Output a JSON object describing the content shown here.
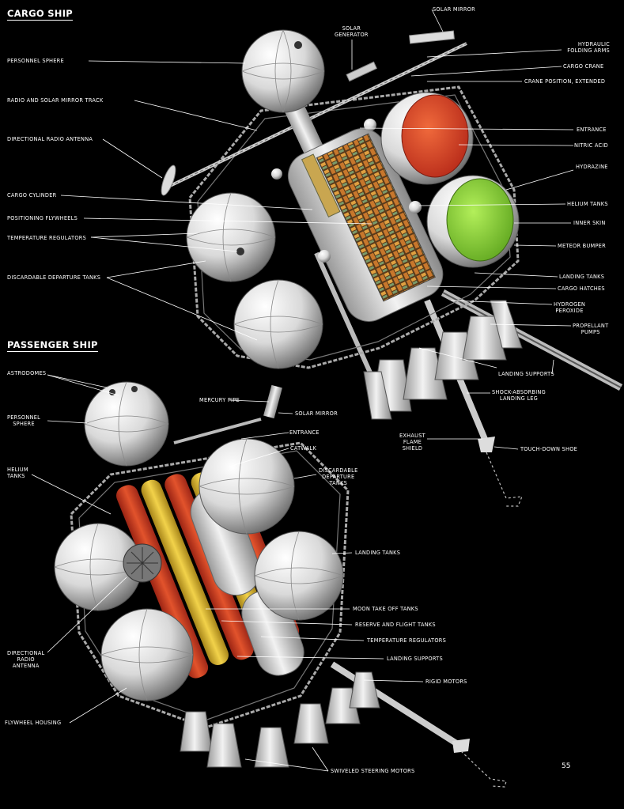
{
  "cargo_title": "CARGO SHIP",
  "passenger_title": "PASSENGER SHIP",
  "page_number": "55",
  "cargo_labels": {
    "solar_mirror": "SOLAR MIRROR",
    "solar_generator": "SOLAR\nGENERATOR",
    "hydraulic_folding_arms": "HYDRAULIC\nFOLDING ARMS",
    "cargo_crane": "CARGO CRANE",
    "crane_position_extended": "CRANE POSITION, EXTENDED",
    "personnel_sphere": "PERSONNEL SPHERE",
    "radio_solar_mirror_track": "RADIO AND SOLAR MIRROR TRACK",
    "directional_radio_antenna": "DIRECTIONAL RADIO ANTENNA",
    "entrance": "ENTRANCE",
    "nitric_acid": "NITRIC ACID",
    "hydrazine": "HYDRAZINE",
    "cargo_cylinder": "CARGO CYLINDER",
    "helium_tanks": "HELIUM TANKS",
    "positioning_flywheels": "POSITIONING FLYWHEELS",
    "inner_skin": "INNER SKIN",
    "temperature_regulators": "TEMPERATURE REGULATORS",
    "meteor_bumper": "METEOR BUMPER",
    "discardable_departure_tanks": "DISCARDABLE DEPARTURE TANKS",
    "landing_tanks": "LANDING TANKS",
    "cargo_hatches": "CARGO HATCHES",
    "hydrogen_peroxide": "HYDROGEN\nPEROXIDE",
    "propellant_pumps": "PROPELLANT\nPUMPS",
    "landing_supports": "LANDING SUPPORTS",
    "shock_absorbing_landing_leg": "SHOCK-ABSORBING\nLANDING LEG",
    "exhaust_flame_shield": "EXHAUST\nFLAME\nSHIELD",
    "touch_down_shoe": "TOUCH-DOWN SHOE"
  },
  "passenger_labels": {
    "astrodomes": "ASTRODOMES",
    "mercury_pipe": "MERCURY PIPE",
    "solar_mirror": "SOLAR MIRROR",
    "personnel_sphere": "PERSONNEL\nSPHERE",
    "entrance": "ENTRANCE",
    "catwalk": "CATWALK",
    "helium_tanks": "HELIUM\nTANKS",
    "discardable_departure_tanks": "DISCARDABLE\nDEPARTURE\nTANKS",
    "landing_tanks": "LANDING TANKS",
    "moon_take_off_tanks": "MOON TAKE OFF TANKS",
    "reserve_and_flight_tanks": "RESERVE AND FLIGHT TANKS",
    "temperature_regulators": "TEMPERATURE REGULATORS",
    "directional_radio_antenna": "DIRECTIONAL\nRADIO\nANTENNA",
    "landing_supports": "LANDING SUPPORTS",
    "rigid_motors": "RIGID MOTORS",
    "flywheel_housing": "FLYWHEEL HOUSING",
    "swiveled_steering_motors": "SWIVELED STEERING MOTORS"
  },
  "colors": {
    "background": "#000000",
    "nitric_acid": "#e2452a",
    "hydrazine": "#8fd63a",
    "tank_white": "#e8e8e8",
    "fuel_red": "#d8442a",
    "fuel_yellow": "#e6c230"
  }
}
